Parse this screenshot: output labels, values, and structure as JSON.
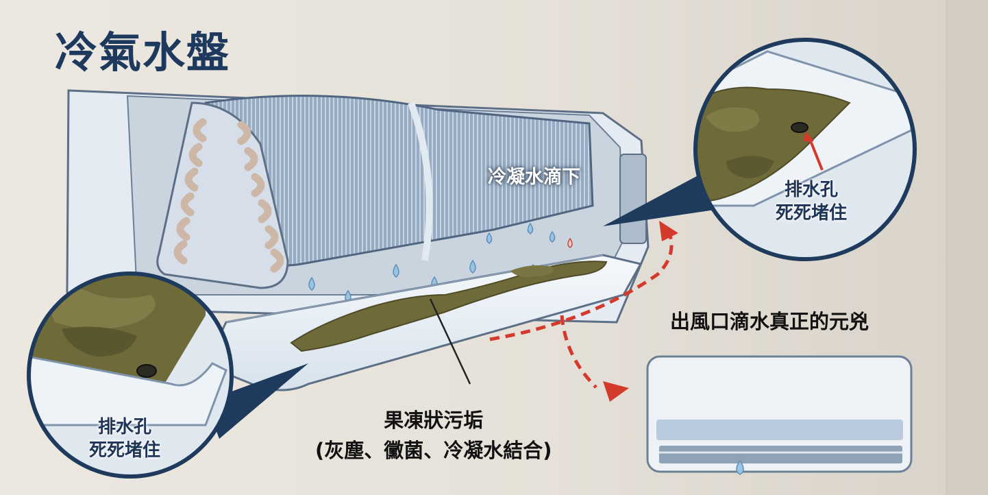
{
  "title": "冷氣水盤",
  "labels": {
    "condensate": "冷凝水滴下",
    "drain_top_right": {
      "line1": "排水孔",
      "line2": "死死堵住"
    },
    "drain_bottom_left": {
      "line1": "排水孔",
      "line2": "死死堵住"
    },
    "real_culprit": "出風口滴水真正的元兇",
    "sludge_line1": "果凍狀污垢",
    "sludge_line2": "(灰塵、黴菌、冷凝水結合)"
  },
  "colors": {
    "title": "#1d3a5e",
    "arrow_red": "#d43a2c",
    "callout_ring": "#1e3a5c",
    "sludge": "#6e6a3a",
    "water": "#9ac4e4",
    "unit_body": "#eef2f6"
  },
  "icons": [
    "water-drop-icon",
    "drain-hole-icon",
    "red-dashed-arrow-icon"
  ]
}
